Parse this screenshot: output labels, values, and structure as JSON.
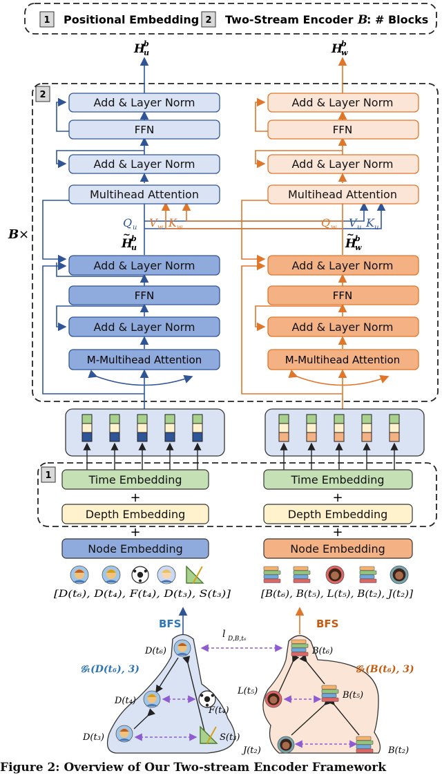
{
  "legend": {
    "item1_num": "1",
    "item1_label": "Positional Embedding",
    "item2_num": "2",
    "item2_label": "Two-Stream Encoder",
    "blocks_sym": "B",
    "blocks_label": ": # Blocks"
  },
  "outputs": {
    "left": "H",
    "left_sup": "b",
    "left_sub": "u",
    "right": "H",
    "right_sup": "b",
    "right_sub": "w"
  },
  "encoder": {
    "badge": "2",
    "repeat_label": "B",
    "repeat_x": "×",
    "top": {
      "add_norm_1": "Add & Layer Norm",
      "ffn": "FFN",
      "add_norm_2": "Add & Layer Norm",
      "attention": "Multihead Attention"
    },
    "bottom": {
      "add_norm_1": "Add & Layer Norm",
      "ffn": "FFN",
      "add_norm_2": "Add & Layer Norm",
      "attention": "M-Multihead Attention"
    },
    "left_q": "Q",
    "left_q_sub": "u",
    "left_v": "V",
    "left_v_sub": "w",
    "left_k": "K",
    "left_k_sub": "w",
    "right_q": "Q",
    "right_q_sub": "w",
    "right_v": "V",
    "right_v_sub": "u",
    "right_k": "K",
    "right_k_sub": "u",
    "mid_left": "H",
    "mid_left_sup": "b",
    "mid_left_sub": "u",
    "mid_right": "H",
    "mid_right_sup": "b",
    "mid_right_sub": "w"
  },
  "embedding": {
    "badge": "1",
    "time": "Time Embedding",
    "depth": "Depth Embedding",
    "node": "Node Embedding",
    "plus": "+"
  },
  "sequences": {
    "left": "[D(t₆), D(t₄), F(t₄), D(t₃), S(t₃)]",
    "right": "[B(t₆), B(t₅), L(t₅), B(t₂), J(t₂)]"
  },
  "graphs": {
    "bfs_left": "BFS",
    "bfs_right": "BFS",
    "edge_label": "l",
    "edge_sub": "D,B,t₆",
    "left_graph_label": "𝒢ₜ(D(t₆), 3)",
    "right_graph_label": "𝒢ₜ(B(t₆), 3)",
    "left_nodes": [
      "D(t₆)",
      "D(t₄)",
      "F(t₄)",
      "D(t₃)",
      "S(t₃)"
    ],
    "right_nodes": [
      "B(t₆)",
      "L(t₅)",
      "B(t₅)",
      "J(t₂)",
      "B(t₂)"
    ]
  },
  "caption": "Figure 2: Overview of Our Two-stream Encoder Framework",
  "colors": {
    "blue": "#4472c4",
    "blue_dark": "#2f5597",
    "orange": "#e0762a",
    "light_blue": "#dae3f3",
    "light_orange": "#fbe5d6",
    "mid_blue": "#8faadc",
    "mid_orange": "#f4b183",
    "green": "#c5e0b4",
    "cream": "#fff2cc"
  }
}
